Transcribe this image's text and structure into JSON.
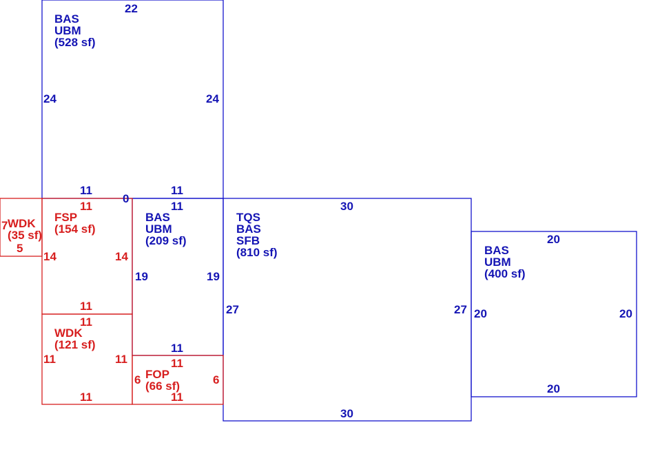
{
  "colors": {
    "main": "#1414b4",
    "addition": "#d71e1e"
  },
  "areas": {
    "upper_bas": {
      "codes": [
        "BAS",
        "UBM"
      ],
      "area": "(528 sf)",
      "dims": [
        "22",
        "24",
        "24",
        "11",
        "11"
      ]
    },
    "mid_bas": {
      "codes": [
        "BAS",
        "UBM"
      ],
      "area": "(209 sf)",
      "dims": [
        "11",
        "19",
        "19",
        "11"
      ]
    },
    "tqs": {
      "codes": [
        "TQS",
        "BAS",
        "SFB"
      ],
      "area": "(810 sf)",
      "dims": [
        "30",
        "27",
        "27",
        "30"
      ]
    },
    "right_bas": {
      "codes": [
        "BAS",
        "UBM"
      ],
      "area": "(400 sf)",
      "dims": [
        "20",
        "20",
        "20",
        "20"
      ]
    },
    "fsp": {
      "codes": [
        "FSP"
      ],
      "area": "(154 sf)",
      "dims": [
        "11",
        "14",
        "14",
        "11"
      ]
    },
    "wdk_small": {
      "codes": [
        "WDK"
      ],
      "area": "(35 sf)",
      "dims": [
        "7",
        "5"
      ]
    },
    "wdk_large": {
      "codes": [
        "WDK"
      ],
      "area": "(121 sf)",
      "dims": [
        "11",
        "11",
        "11",
        "11"
      ]
    },
    "fop": {
      "codes": [
        "FOP"
      ],
      "area": "(66 sf)",
      "dims": [
        "11",
        "6",
        "6",
        "11"
      ]
    }
  },
  "extra_dims": {
    "zero": "0"
  }
}
